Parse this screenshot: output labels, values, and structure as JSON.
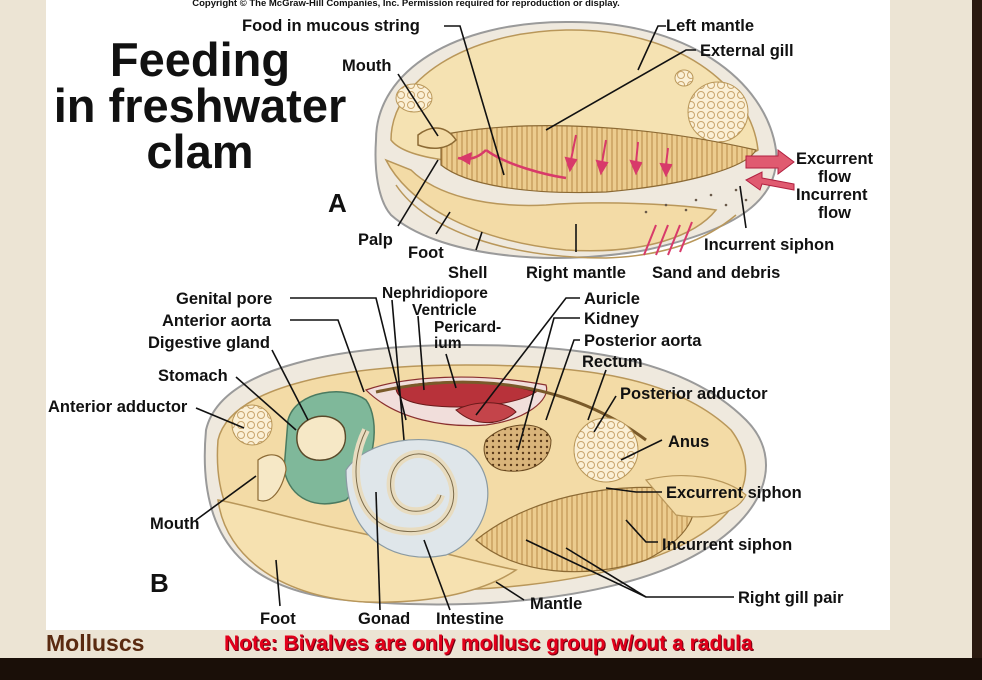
{
  "copyright": "Copyright © The McGraw-Hill Companies, Inc. Permission required for reproduction or display.",
  "title_lines": [
    "Feeding",
    "in freshwater",
    "clam"
  ],
  "panel_a": {
    "letter": "A",
    "labels": {
      "food_string": "Food in mucous string",
      "mouth": "Mouth",
      "left_mantle": "Left mantle",
      "external_gill": "External gill",
      "excurrent_flow_1": "Excurrent",
      "excurrent_flow_2": "flow",
      "incurrent_flow_1": "Incurrent",
      "incurrent_flow_2": "flow",
      "palp": "Palp",
      "foot": "Foot",
      "shell": "Shell",
      "right_mantle": "Right mantle",
      "sand_debris": "Sand and debris",
      "incurrent_siphon": "Incurrent siphon"
    }
  },
  "panel_b": {
    "letter": "B",
    "labels": {
      "genital_pore": "Genital pore",
      "anterior_aorta": "Anterior aorta",
      "digestive_gland": "Digestive gland",
      "stomach": "Stomach",
      "anterior_adductor": "Anterior adductor",
      "mouth": "Mouth",
      "nephridiopore": "Nephridiopore",
      "ventricle": "Ventricle",
      "pericardium_1": "Pericard-",
      "pericardium_2": "ium",
      "auricle": "Auricle",
      "kidney": "Kidney",
      "posterior_aorta": "Posterior aorta",
      "rectum": "Rectum",
      "posterior_adductor": "Posterior adductor",
      "anus": "Anus",
      "excurrent_siphon": "Excurrent siphon",
      "incurrent_siphon": "Incurrent siphon",
      "right_gill_pair": "Right gill pair",
      "foot": "Foot",
      "gonad": "Gonad",
      "intestine": "Intestine",
      "mantle": "Mantle"
    }
  },
  "footer": {
    "topic": "Molluscs",
    "note": "Note: Bivalves are only mollusc group w/out a radula"
  },
  "colors": {
    "body": "#f3dba6",
    "shell_edge": "#b8b8b8",
    "gill": "#e8c98a",
    "flow_arrow": "#d83a6a",
    "digestive_gland": "#7fb89a",
    "heart": "#b8323a",
    "note_text": "#e3001b"
  }
}
